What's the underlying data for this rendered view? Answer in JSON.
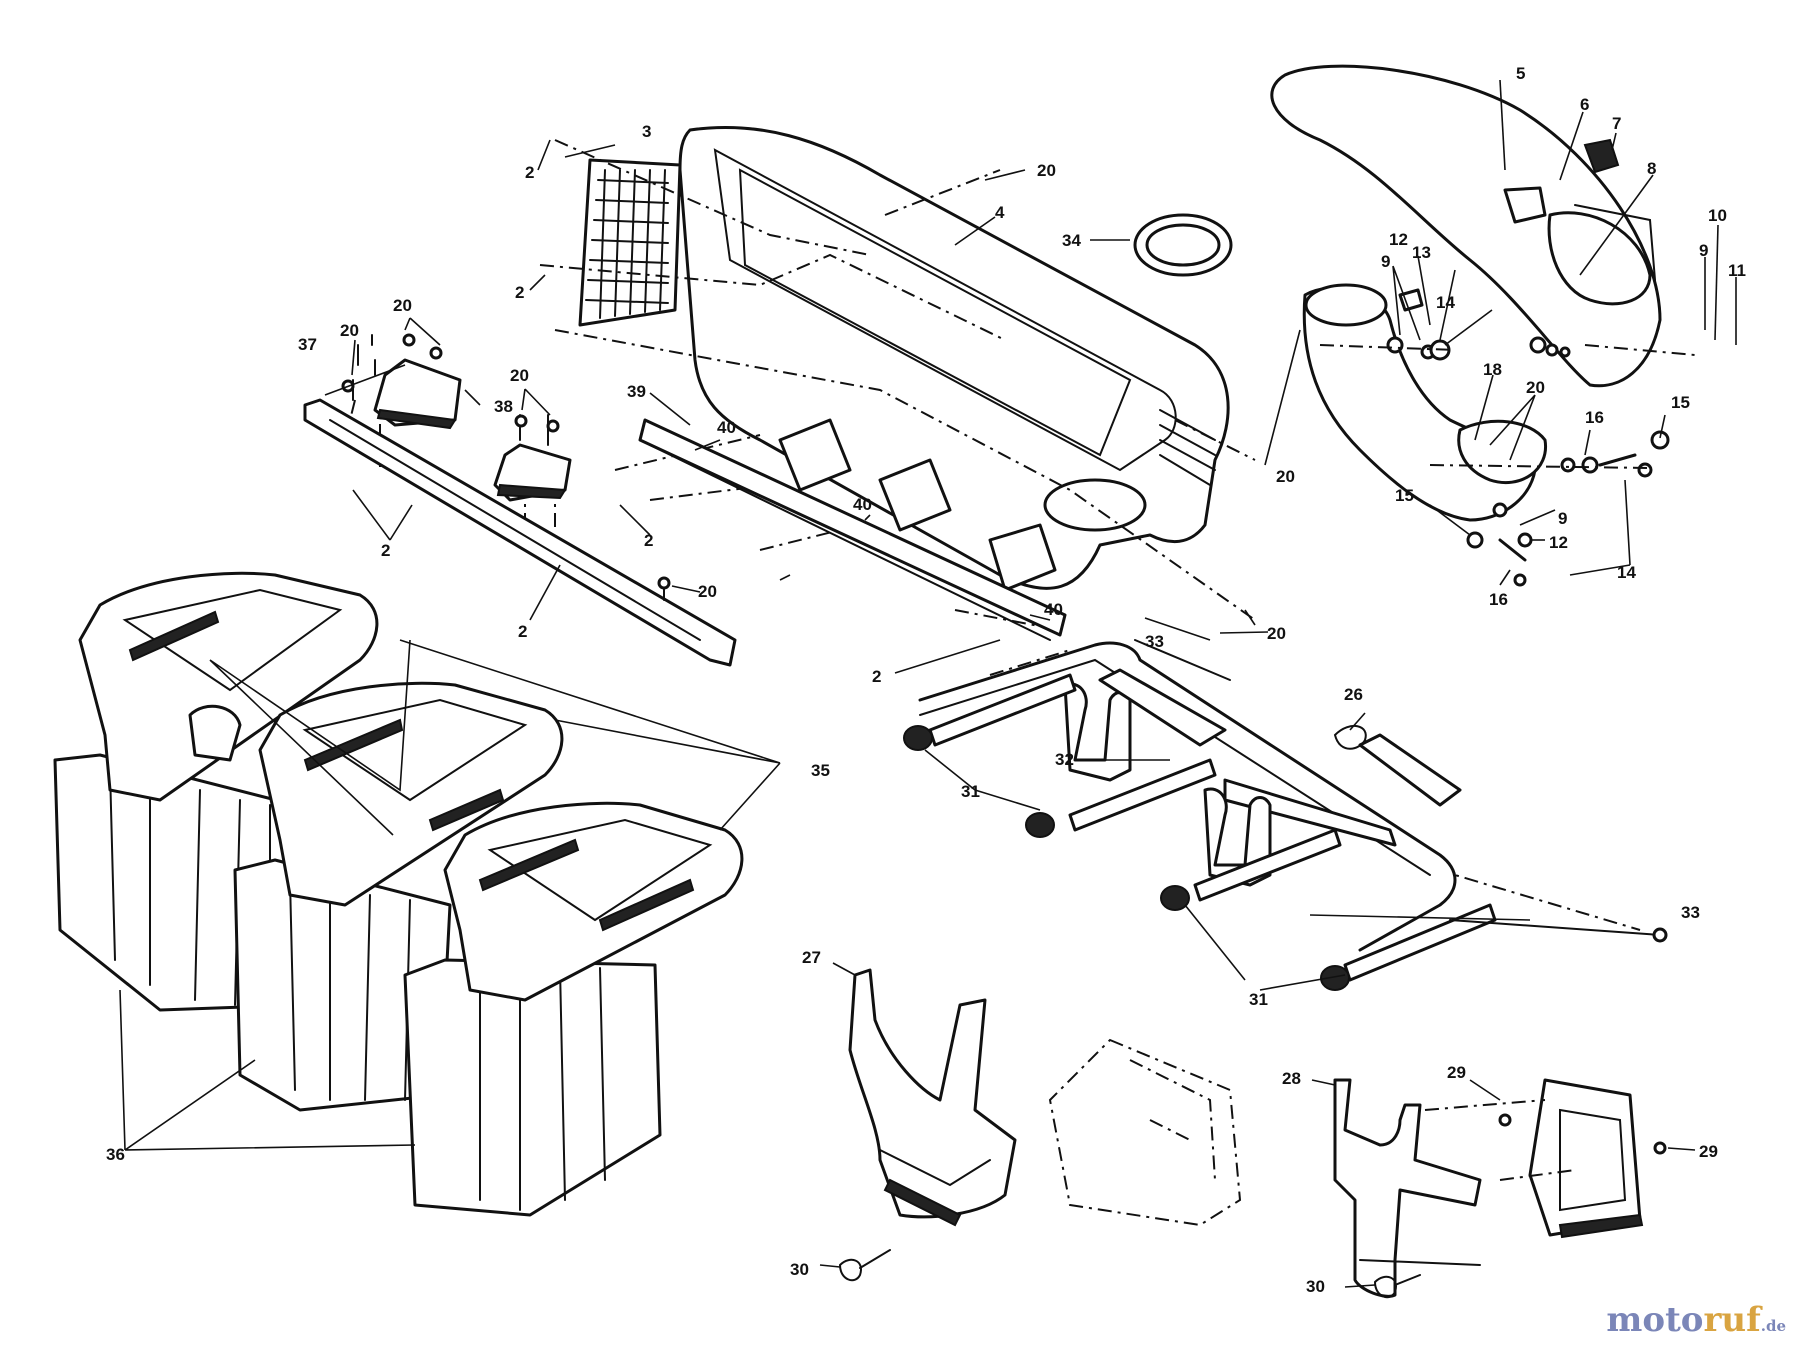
{
  "callouts": {
    "c2a": "2",
    "c3": "3",
    "c20a": "20",
    "c4": "4",
    "c34": "34",
    "c2b": "2",
    "c5": "5",
    "c6": "6",
    "c7": "7",
    "c8": "8",
    "c10": "10",
    "c9a": "9",
    "c11": "11",
    "c12a": "12",
    "c9b": "9",
    "c13": "13",
    "c14a": "14",
    "c18": "18",
    "c20b": "20",
    "c16a": "16",
    "c15a": "15",
    "c15b": "15",
    "c9c": "9",
    "c12b": "12",
    "c14b": "14",
    "c16b": "16",
    "c20c": "20",
    "c37": "37",
    "c20d": "20",
    "c20e": "20",
    "c38": "38",
    "c20f": "20",
    "c39": "39",
    "c40a": "40",
    "c2c": "2",
    "c2d": "2",
    "c40b": "40",
    "c20g": "20",
    "c2e": "2",
    "c40c": "40",
    "c20h": "20",
    "c2f": "2",
    "c33a": "33",
    "c26": "26",
    "c32": "32",
    "c31a": "31",
    "c35": "35",
    "c33b": "33",
    "c31b": "31",
    "c27": "27",
    "c28": "28",
    "c29a": "29",
    "c29b": "29",
    "c30a": "30",
    "c30b": "30",
    "c36": "36"
  },
  "watermark": {
    "w1": "moto",
    "w2": "ruf",
    "w3": ".de"
  }
}
